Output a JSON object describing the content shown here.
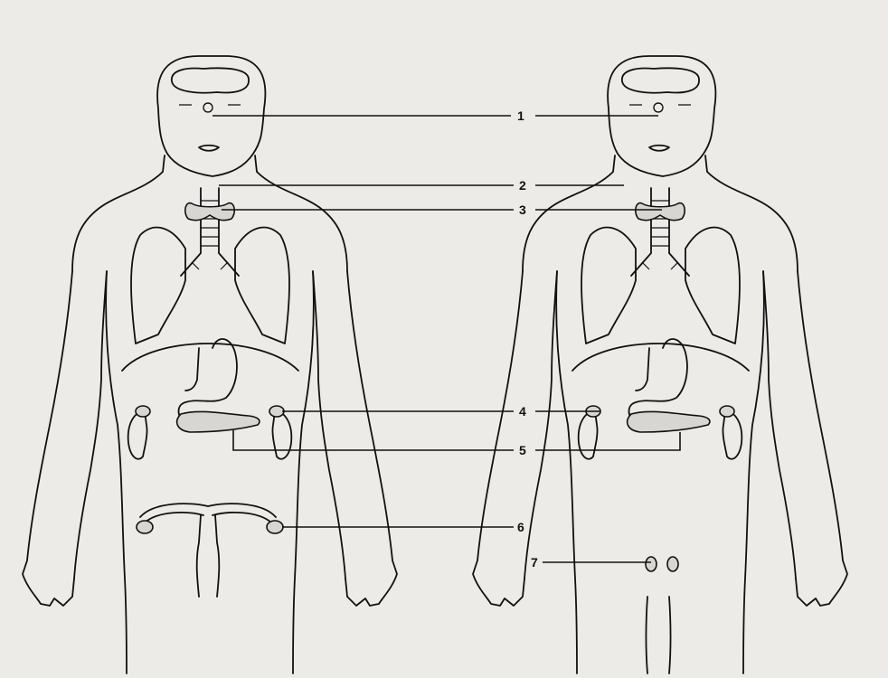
{
  "labels": {
    "l1": "1",
    "l2": "2",
    "l3": "3",
    "l4": "4",
    "l5": "5",
    "l6": "6",
    "l7": "7"
  },
  "colors": {
    "paper": "#ecebe8",
    "ink": "#111111",
    "gland_fill": "#d8d6d2"
  }
}
